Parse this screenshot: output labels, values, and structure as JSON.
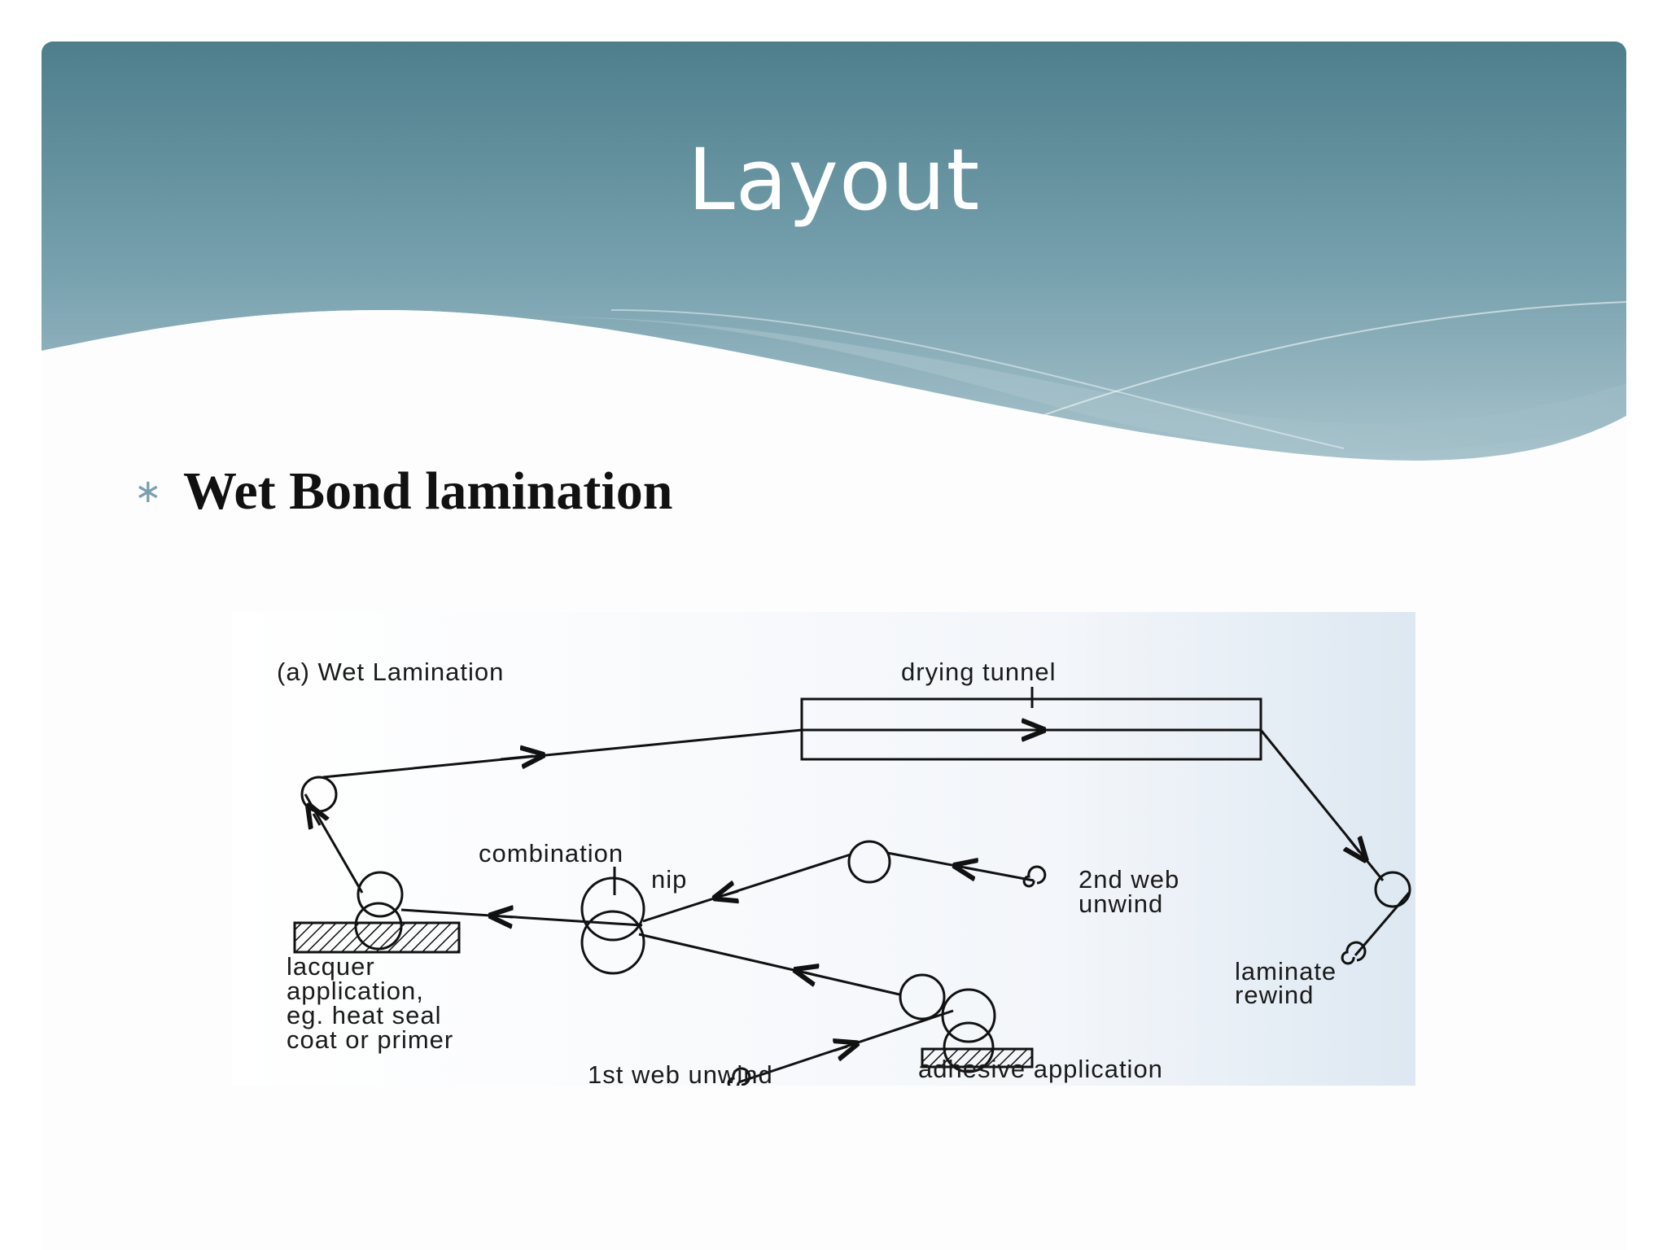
{
  "slide": {
    "title": "Layout",
    "bullet_icon": "asterisk-icon",
    "bullet_text": "Wet Bond lamination"
  },
  "colors": {
    "header_top": "#4e7e8c",
    "header_bottom": "#8fb3bf",
    "bullet": "#7a9fae",
    "diagram_bg_right": "#dde8f2"
  },
  "diagram": {
    "caption": "(a)  Wet Lamination",
    "labels": {
      "drying_tunnel": "drying tunnel",
      "combination_nip_1": "combination",
      "combination_nip_2": "nip",
      "second_web_1": "2nd web",
      "second_web_2": "unwind",
      "laminate_rewind_1": "laminate",
      "laminate_rewind_2": "rewind",
      "lacquer_1": "lacquer",
      "lacquer_2": "application,",
      "lacquer_3": "eg. heat seal",
      "lacquer_4": "coat or primer",
      "first_web": "1st web unwind",
      "adhesive": "adhesive application"
    }
  }
}
